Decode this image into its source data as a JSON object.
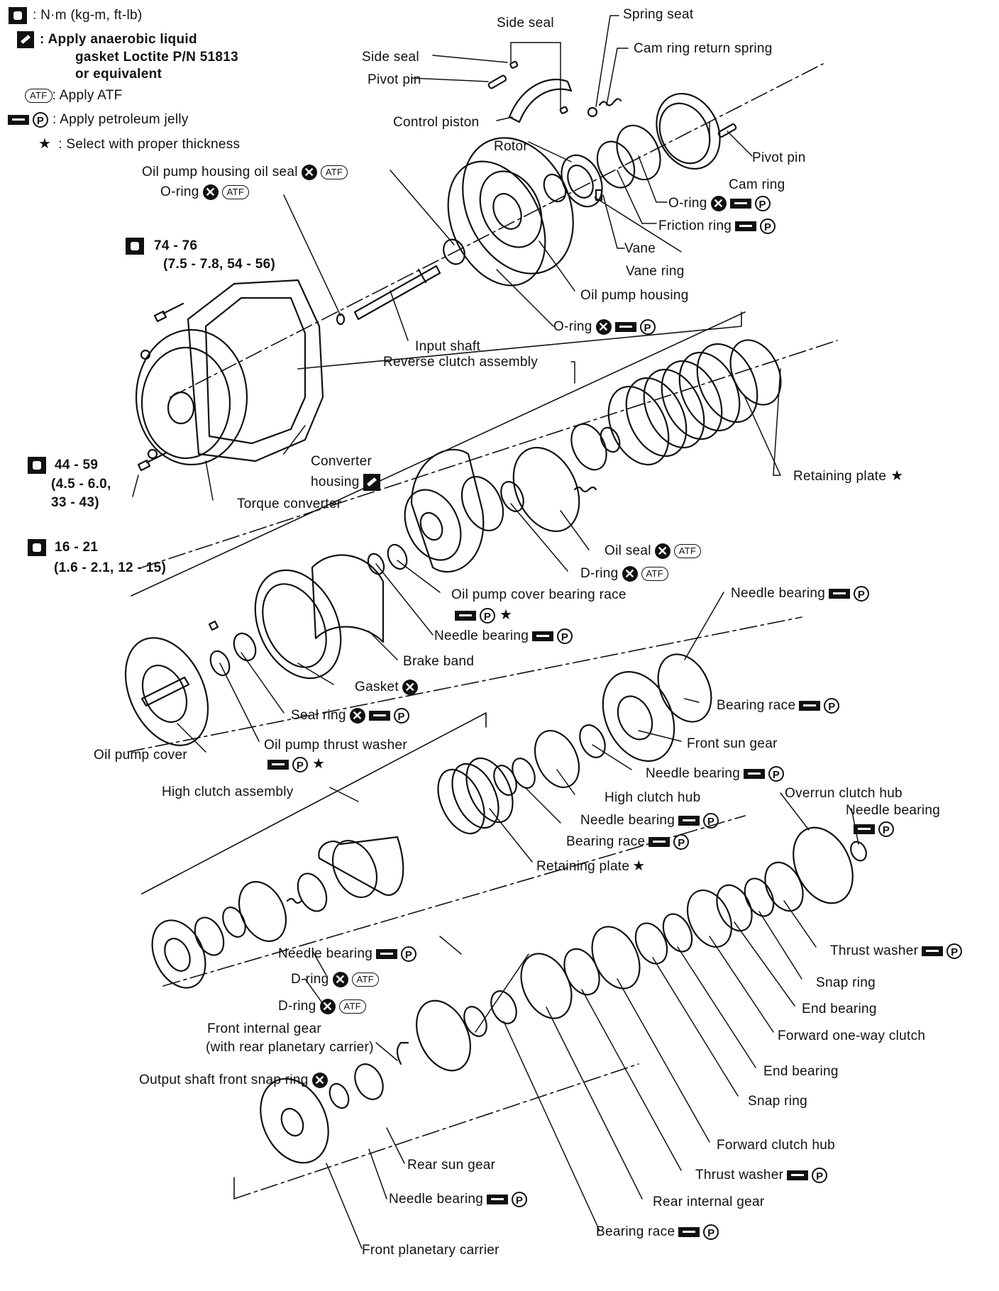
{
  "legend": {
    "torque": ": N·m (kg-m, ft-lb)",
    "anaerobic_1": ": Apply anaerobic liquid",
    "anaerobic_2": "gasket Loctite P/N 51813",
    "anaerobic_3": "or equivalent",
    "atf": ": Apply ATF",
    "jelly": ": Apply petroleum jelly",
    "select": ": Select with proper thickness"
  },
  "symbols": {
    "atf": "ATF",
    "p": "P",
    "star": "★",
    "x": "✕"
  },
  "torque_specs": {
    "t1_a": "74 - 76",
    "t1_b": "(7.5 - 7.8, 54 - 56)",
    "t2_a": "44 - 59",
    "t2_b": "(4.5 - 6.0,",
    "t2_c": "33 - 43)",
    "t3_a": "16 - 21",
    "t3_b": "(1.6 - 2.1, 12 - 15)"
  },
  "labels": {
    "side_seal_top": "Side seal",
    "side_seal": "Side seal",
    "spring_seat": "Spring seat",
    "cam_ring_return_spring": "Cam ring return spring",
    "pivot_pin_left": "Pivot pin",
    "control_piston": "Control piston",
    "rotor": "Rotor",
    "pivot_pin_right": "Pivot pin",
    "cam_ring": "Cam ring",
    "oil_pump_housing_oil_seal": "Oil pump housing oil seal",
    "o_ring_1": "O-ring",
    "o_ring_2": "O-ring",
    "friction_ring": "Friction ring",
    "vane": "Vane",
    "vane_ring": "Vane ring",
    "oil_pump_housing": "Oil pump housing",
    "o_ring_3": "O-ring",
    "input_shaft": "Input shaft",
    "reverse_clutch_assembly": "Reverse clutch assembly",
    "converter_housing_1": "Converter",
    "converter_housing_2": "housing",
    "torque_converter": "Torque converter",
    "retaining_plate_1": "Retaining plate",
    "oil_seal": "Oil seal",
    "d_ring_1": "D-ring",
    "oil_pump_cover_bearing_race": "Oil pump cover bearing race",
    "needle_bearing_1": "Needle bearing",
    "needle_bearing_2": "Needle bearing",
    "brake_band": "Brake band",
    "gasket": "Gasket",
    "bearing_race_1": "Bearing race",
    "seal_ring": "Seal ring",
    "front_sun_gear": "Front sun gear",
    "oil_pump_thrust_washer": "Oil pump thrust washer",
    "oil_pump_cover": "Oil pump cover",
    "needle_bearing_3": "Needle bearing",
    "high_clutch_assembly": "High clutch assembly",
    "high_clutch_hub": "High clutch hub",
    "overrun_clutch_hub": "Overrun clutch hub",
    "needle_bearing_4": "Needle bearing",
    "needle_bearing_5": "Needle bearing",
    "bearing_race_2": "Bearing race",
    "retaining_plate_2": "Retaining plate",
    "needle_bearing_6": "Needle bearing",
    "thrust_washer_1": "Thrust washer",
    "d_ring_2": "D-ring",
    "snap_ring_1": "Snap ring",
    "d_ring_3": "D-ring",
    "end_bearing_1": "End bearing",
    "front_internal_gear_1": "Front internal gear",
    "front_internal_gear_2": "(with rear planetary carrier)",
    "forward_one_way_clutch": "Forward one-way clutch",
    "end_bearing_2": "End bearing",
    "output_shaft_front_snap_ring": "Output shaft front snap ring",
    "snap_ring_2": "Snap ring",
    "forward_clutch_hub": "Forward clutch hub",
    "rear_sun_gear": "Rear sun gear",
    "thrust_washer_2": "Thrust washer",
    "needle_bearing_7": "Needle bearing",
    "rear_internal_gear": "Rear internal gear",
    "bearing_race_3": "Bearing race",
    "front_planetary_carrier": "Front planetary carrier"
  }
}
